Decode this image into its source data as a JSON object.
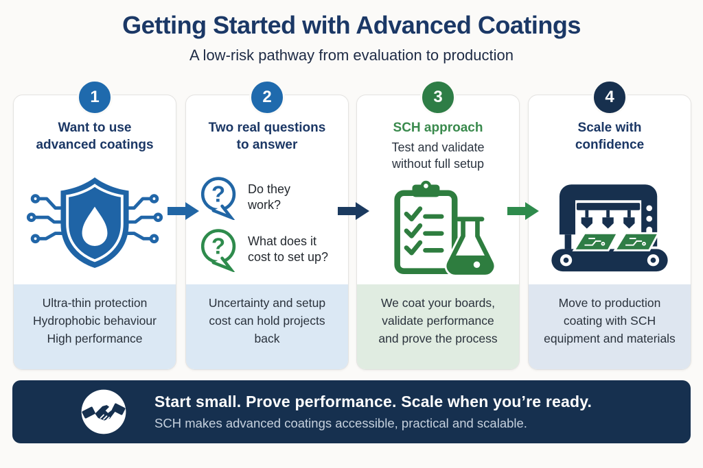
{
  "page": {
    "title": "Getting Started with Advanced Coatings",
    "subtitle": "A low-risk pathway from evaluation to production"
  },
  "steps": [
    {
      "number": "1",
      "badge_color": "#1F6AAD",
      "title": "Want to use\nadvanced coatings",
      "icon": "shield-droplet-circuit-icon",
      "footer_text": "Ultra-thin protection\nHydrophobic behaviour\nHigh performance",
      "footer_bg": "#DBE8F4"
    },
    {
      "number": "2",
      "badge_color": "#1F6AAD",
      "title": "Two real questions\nto answer",
      "icon": "question-bubbles-icon",
      "questions": [
        {
          "label": "Do they\nwork?",
          "color": "#2166A5"
        },
        {
          "label": "What does it\ncost to set up?",
          "color": "#2E8B4C"
        }
      ],
      "footer_text": "Uncertainty and setup\ncost can hold projects\nback",
      "footer_bg": "#DBE8F4"
    },
    {
      "number": "3",
      "badge_color": "#2E7D46",
      "title": "SCH approach",
      "title_color": "#3A8A4D",
      "subtitle": "Test and validate\nwithout full setup",
      "icon": "clipboard-flask-icon",
      "footer_text": "We coat your boards,\nvalidate performance\nand prove the process",
      "footer_bg": "#E0ECE1"
    },
    {
      "number": "4",
      "badge_color": "#17304E",
      "title": "Scale with\nconfidence",
      "icon": "coating-machine-icon",
      "footer_text": "Move to production\ncoating with SCH\nequipment and materials",
      "footer_bg": "#DEE6F0"
    }
  ],
  "arrows": [
    {
      "color": "#2166A5"
    },
    {
      "color": "#1B3A5F"
    },
    {
      "color": "#2E8B4C"
    }
  ],
  "icons": {
    "shield_blue": "#1F64A6",
    "circuit_blue": "#2166A8",
    "clipboard_green": "#2E7D3F",
    "machine_navy": "#17304E",
    "pcb_green": "#2F7D46",
    "handshake_navy": "#16304F"
  },
  "banner": {
    "bg": "#16304F",
    "title": "Start small. Prove performance. Scale when you’re ready.",
    "subtitle": "SCH makes advanced coatings accessible, practical and scalable."
  },
  "colors": {
    "heading_navy": "#1B3866",
    "card_title_navy": "#1B3765",
    "body_text": "#2A323C"
  }
}
